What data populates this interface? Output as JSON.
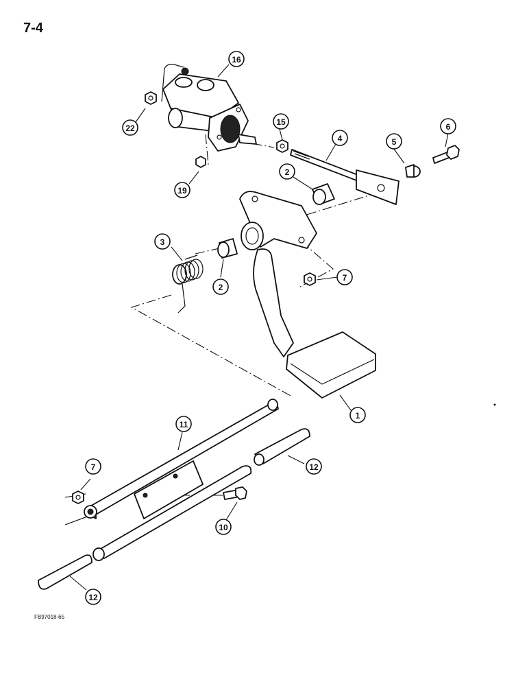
{
  "page": {
    "number": "7-4",
    "figure_code": "FB97018-65"
  },
  "callouts": {
    "c1": "1",
    "c2a": "2",
    "c2b": "2",
    "c3": "3",
    "c4": "4",
    "c5": "5",
    "c6": "6",
    "c7a": "7",
    "c7b": "7",
    "c10": "10",
    "c11": "11",
    "c12a": "12",
    "c12b": "12",
    "c15": "15",
    "c16": "16",
    "c19": "19",
    "c22": "22"
  }
}
